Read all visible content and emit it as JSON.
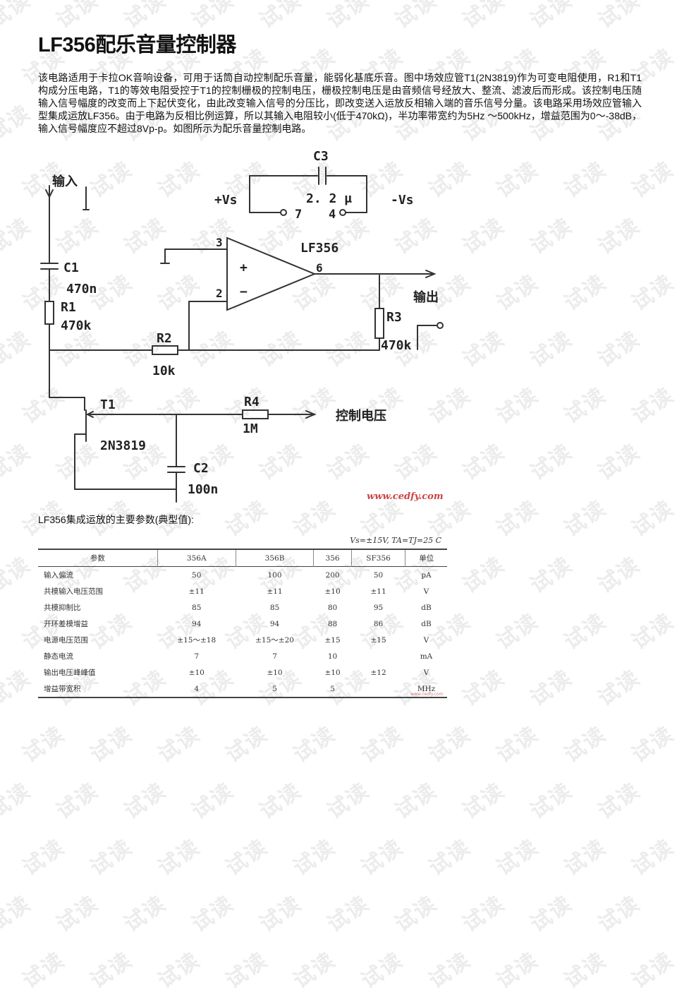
{
  "title": "LF356配乐音量控制器",
  "intro": "该电路适用于卡拉OK音响设备，可用于话筒自动控制配乐音量，能弱化基底乐音。图中场效应管T1(2N3819)作为可变电阻使用，R1和T1构成分压电路，T1的等效电阻受控于T1的控制栅极的控制电压，栅极控制电压是由音频信号经放大、整流、滤波后而形成。该控制电压随输入信号幅度的改变而上下起伏变化，由此改变输入信号的分压比，即改变送入运放反相输入端的音乐信号分量。该电路采用场效应管输入型集成运放LF356。由于电路为反相比例运算，所以其输入电阻较小(低于470kΩ)，半功率带宽约为5Hz ～500kHz，增益范围为0～-38dB，输入信号幅度应不超过8Vp-p。如图所示为配乐音量控制电路。",
  "circuit": {
    "input_label": "输入",
    "output_label": "输出",
    "control_label": "控制电压",
    "c1_name": "C1",
    "c1_value": "470n",
    "r1_name": "R1",
    "r1_value": "470k",
    "r2_name": "R2",
    "r2_value": "10k",
    "r3_name": "R3",
    "r3_value": "470k",
    "r4_name": "R4",
    "r4_value": "1M",
    "c2_name": "C2",
    "c2_value": "100n",
    "c3_name": "C3",
    "c3_value": "2. 2 μ",
    "t1_name": "T1",
    "t1_part": "2N3819",
    "opamp_name": "LF356",
    "pos_supply": "+Vs",
    "neg_supply": "-Vs",
    "pin7": "7",
    "pin4": "4",
    "pin3": "3",
    "pin2": "2",
    "pin6": "6",
    "plus": "+",
    "minus": "−",
    "website": "www.cedfy.com"
  },
  "params_heading": "LF356集成运放的主要参数(典型值):",
  "conditions": "Vs=±15V, TA=TJ=25 C",
  "table": {
    "headers": [
      "参数",
      "356A",
      "356B",
      "356",
      "SF356",
      "单位"
    ],
    "rows": [
      [
        "输入偏流",
        "50",
        "100",
        "200",
        "50",
        "pA"
      ],
      [
        "共模输入电压范围",
        "±11",
        "±11",
        "±10",
        "±11",
        "V"
      ],
      [
        "共模抑制比",
        "85",
        "85",
        "80",
        "95",
        "dB"
      ],
      [
        "开环差模增益",
        "94",
        "94",
        "88",
        "86",
        "dB"
      ],
      [
        "电源电压范围",
        "±15～±18",
        "±15～±20",
        "±15",
        "±15",
        "V"
      ],
      [
        "静态电流",
        "7",
        "7",
        "10",
        "",
        "mA"
      ],
      [
        "输出电压峰峰值",
        "±10",
        "±10",
        "±10",
        "±12",
        "V"
      ],
      [
        "增益带宽积",
        "4",
        "5",
        "5",
        "",
        "MHz"
      ]
    ]
  },
  "watermark": "试读",
  "credit": "www.cedfy.com"
}
